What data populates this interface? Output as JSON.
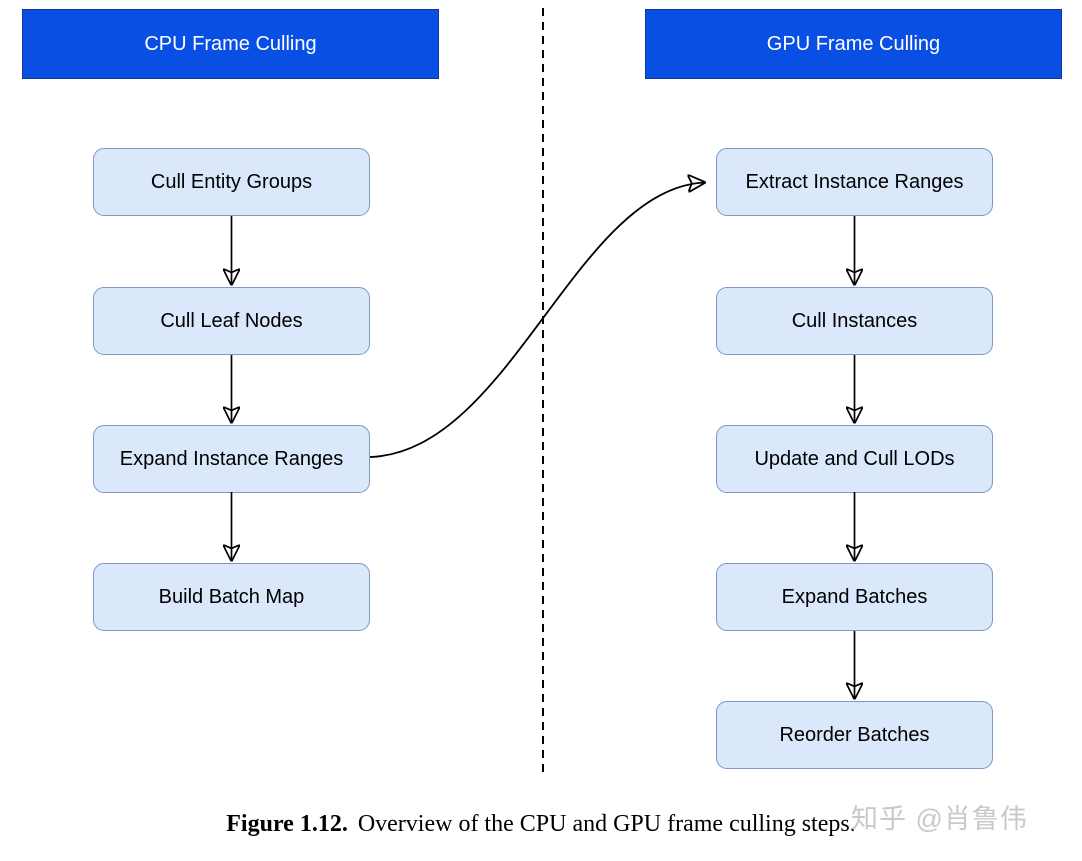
{
  "theme": {
    "header_fill": "#0a4fe4",
    "header_border": "#123699",
    "node_fill": "#dbe8fb",
    "node_border": "#7d98c2",
    "line_color": "#000000",
    "watermark_color": "#c9c9c9"
  },
  "diagram": {
    "cpu": {
      "header": "CPU Frame Culling",
      "steps": [
        "Cull Entity Groups",
        "Cull Leaf Nodes",
        "Expand Instance Ranges",
        "Build Batch Map"
      ]
    },
    "gpu": {
      "header": "GPU Frame Culling",
      "steps": [
        "Extract Instance Ranges",
        "Cull Instances",
        "Update and Cull LODs",
        "Expand Batches",
        "Reorder Batches"
      ]
    }
  },
  "caption": {
    "label": "Figure 1.12.",
    "text": "Overview of the CPU and GPU frame culling steps."
  },
  "watermark": "知乎 @肖鲁伟"
}
